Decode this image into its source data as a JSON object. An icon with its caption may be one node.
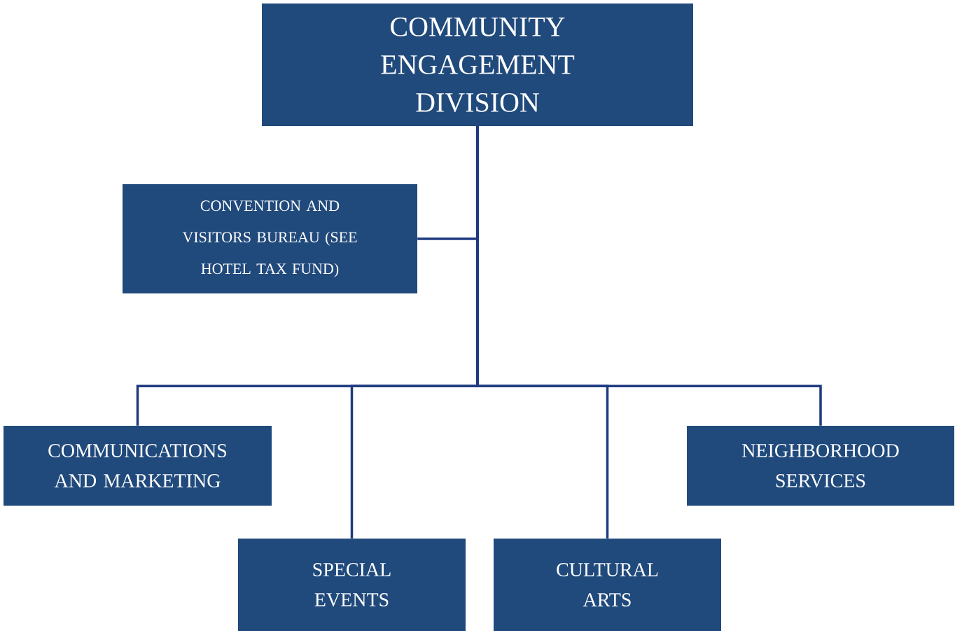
{
  "diagram": {
    "nodes": [
      {
        "text": [
          "COMMUNITY ENGAGEMENT DIVISION"
        ]
      },
      {
        "text": [
          "CONVENTION AND VISITORS BUREAU (SEE HOTEL TAX FUND)"
        ]
      },
      {
        "text": [
          "COMMUNICATIONS AND MARKETING"
        ]
      },
      {
        "text": [
          "SPECIAL EVENTS"
        ]
      },
      {
        "text": [
          "CULTURAL ARTS"
        ]
      },
      {
        "text": [
          "NEIGHBORHOOD SERVICES"
        ]
      }
    ],
    "edges": [
      {
        "from": 0,
        "to": 1,
        "arrow": "none"
      },
      {
        "from": 0,
        "to": 2,
        "arrow": "none"
      },
      {
        "from": 0,
        "to": 3,
        "arrow": "none"
      },
      {
        "from": 0,
        "to": 4,
        "arrow": "none"
      },
      {
        "from": 0,
        "to": 5,
        "arrow": "none"
      }
    ]
  }
}
